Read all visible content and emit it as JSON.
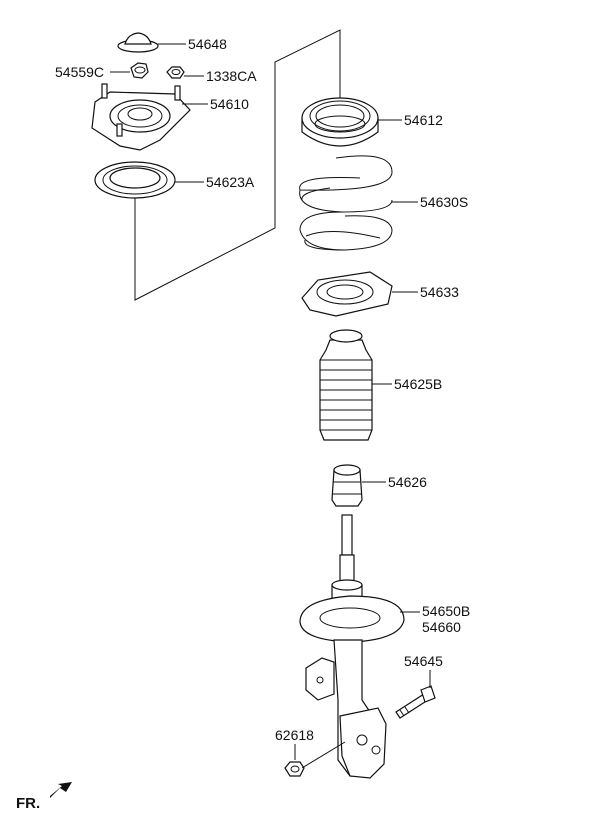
{
  "parts": {
    "p54648": "54648",
    "p54559C": "54559C",
    "p1338CA": "1338CA",
    "p54610": "54610",
    "p54623A": "54623A",
    "p54612": "54612",
    "p54630S": "54630S",
    "p54633": "54633",
    "p54625B": "54625B",
    "p54626": "54626",
    "p54650B": "54650B",
    "p54660": "54660",
    "p54645": "54645",
    "p62618": "62618"
  },
  "direction_label": "FR."
}
